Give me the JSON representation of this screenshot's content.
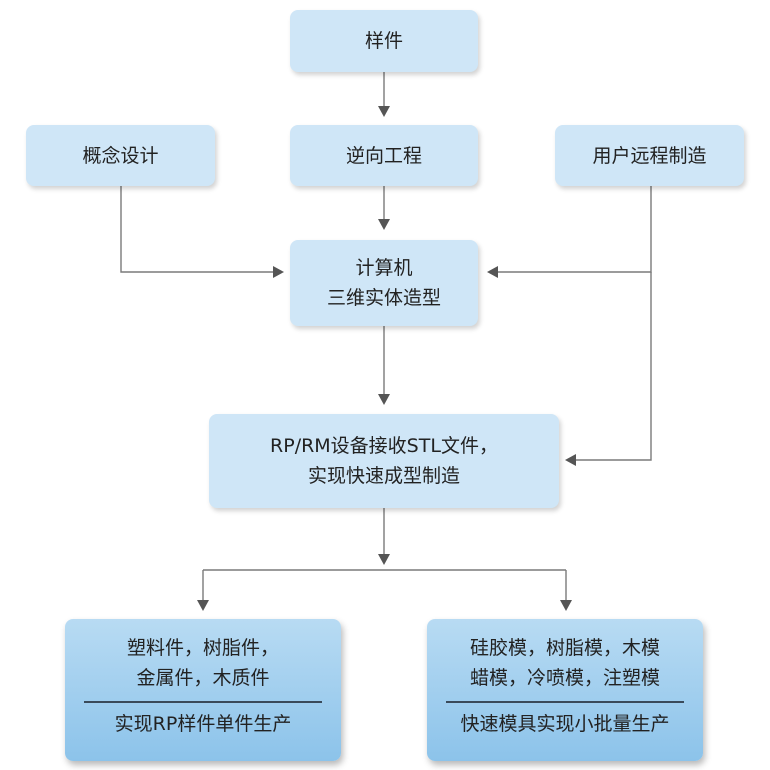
{
  "nodes": {
    "sample": "样件",
    "concept": "概念设计",
    "reverse": "逆向工程",
    "remote": "用户远程制造",
    "cad_line1": "计算机",
    "cad_line2": "三维实体造型",
    "rp_line1": "RP/RM设备接收STL文件，",
    "rp_line2": "实现快速成型制造",
    "left_line1": "塑料件，树脂件，",
    "left_line2": "金属件，木质件",
    "left_footer": "实现RP样件单件生产",
    "right_line1": "硅胶模，树脂模，木模",
    "right_line2": "蜡模，冷喷模，注塑模",
    "right_footer": "快速模具实现小批量生产"
  },
  "colors": {
    "box_light": "#cfe6f7",
    "box_dark": "#8cc3ea",
    "arrow": "#555555",
    "line": "#7a7a7a"
  }
}
